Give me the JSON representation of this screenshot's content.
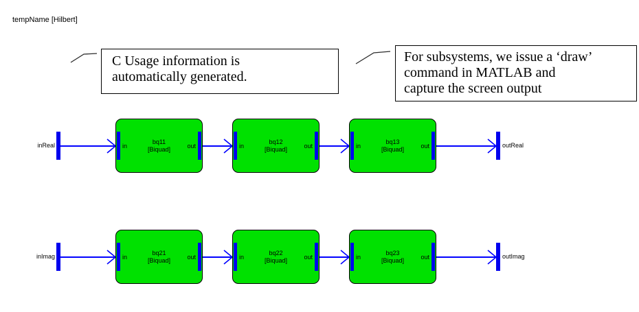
{
  "title": "tempName [Hilbert]",
  "colors": {
    "background": "#ffffff",
    "block_fill": "#00e100",
    "block_border": "#000000",
    "wire_blue": "#0000ff",
    "port_bar_blue": "#0000ee",
    "callout_border": "#000000",
    "text": "#000000"
  },
  "callouts": [
    {
      "lines": [
        "C Usage information is",
        "automatically generated."
      ]
    },
    {
      "lines": [
        "For subsystems, we issue a ‘draw’",
        "command in MATLAB and",
        "capture the screen output"
      ]
    }
  ],
  "diagram": {
    "rows": [
      {
        "input_port": "inReal",
        "output_port": "outReal",
        "blocks": [
          {
            "name": "bq11",
            "type": "[Biquad]",
            "in": "in",
            "out": "out"
          },
          {
            "name": "bq12",
            "type": "[Biquad]",
            "in": "in",
            "out": "out"
          },
          {
            "name": "bq13",
            "type": "[Biquad]",
            "in": "in",
            "out": "out"
          }
        ]
      },
      {
        "input_port": "inImag",
        "output_port": "outImag",
        "blocks": [
          {
            "name": "bq21",
            "type": "[Biquad]",
            "in": "in",
            "out": "out"
          },
          {
            "name": "bq22",
            "type": "[Biquad]",
            "in": "in",
            "out": "out"
          },
          {
            "name": "bq23",
            "type": "[Biquad]",
            "in": "in",
            "out": "out"
          }
        ]
      }
    ]
  }
}
